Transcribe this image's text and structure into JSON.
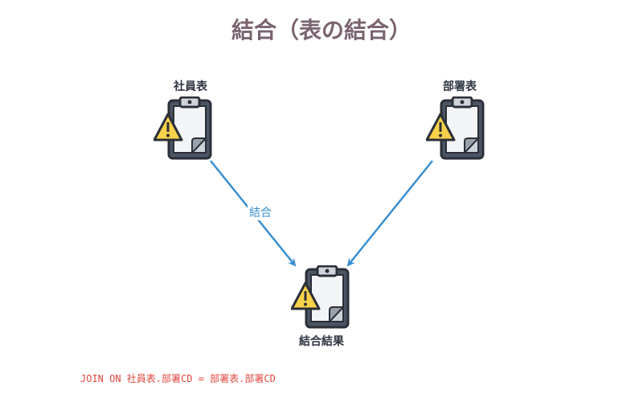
{
  "diagram": {
    "title": "結合（表の結合）",
    "nodes": [
      {
        "id": "employee",
        "label": "社員表",
        "icon": "clipboard-warning-icon"
      },
      {
        "id": "department",
        "label": "部署表",
        "icon": "clipboard-warning-icon"
      },
      {
        "id": "result",
        "label": "結合結果",
        "icon": "clipboard-warning-icon"
      }
    ],
    "edges": [
      {
        "from": "employee",
        "to": "result",
        "label": "結合"
      },
      {
        "from": "department",
        "to": "result",
        "label": ""
      }
    ],
    "note": "JOIN ON 社員表.部署CD = 部署表.部署CD",
    "colors": {
      "title": "#7a6470",
      "arrow": "#3a8fd1",
      "note": "#e0473e",
      "warning": "#f8d24a",
      "outline": "#2b2f38"
    }
  }
}
